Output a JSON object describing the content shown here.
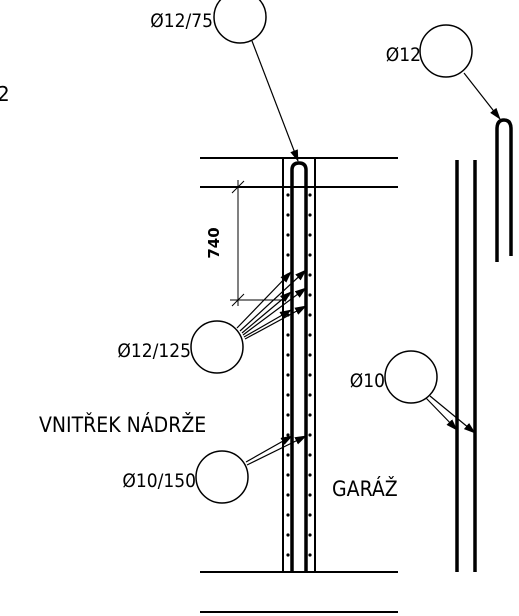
{
  "labels": {
    "top_bar": "Ø12/75",
    "right_hook_bar": "Ø12",
    "dimension": "740",
    "stirrup_bar": "Ø12/125",
    "inner_bar": "Ø10/150",
    "right_bar": "Ø10",
    "left_fragment": "2",
    "inside_tank": "VNITŘEK NÁDRŽE",
    "garage": "GARÁŽ"
  },
  "colors": {
    "ink": "#000000",
    "background": "#ffffff"
  }
}
